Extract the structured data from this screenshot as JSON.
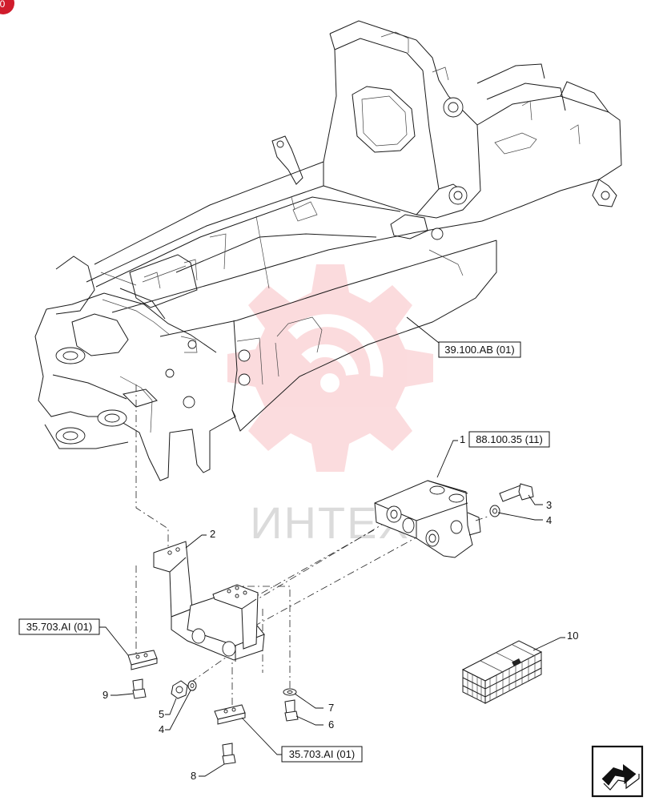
{
  "corner_badge": {
    "text": "0",
    "color": "#d01c2c"
  },
  "watermark": {
    "text": "ИНТЕХ",
    "color": "#e8323c"
  },
  "references": {
    "frame": "39.100.AB (01)",
    "valve": "88.100.35 (11)",
    "pad_left": "35.703.AI (01)",
    "pad_bottom": "35.703.AI (01)"
  },
  "callouts": {
    "c1": "1",
    "c2": "2",
    "c3": "3",
    "c4a": "4",
    "c4b": "4",
    "c5": "5",
    "c6": "6",
    "c7": "7",
    "c8": "8",
    "c9": "9",
    "c10": "10"
  },
  "nav_icon": "next-page-arrow-icon"
}
